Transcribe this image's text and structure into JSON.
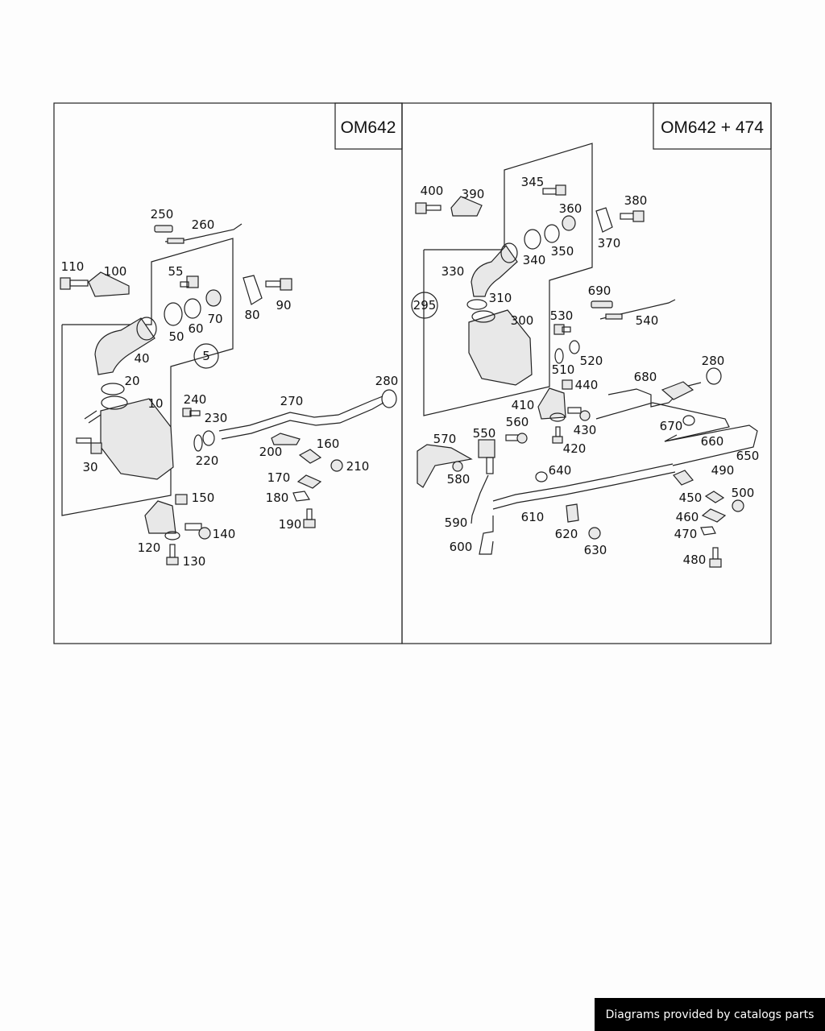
{
  "panels": [
    {
      "title": "OM642"
    },
    {
      "title": "OM642 + 474"
    }
  ],
  "callouts": [
    "5",
    "295"
  ],
  "left_labels": [
    "250",
    "260",
    "110",
    "100",
    "55",
    "80",
    "90",
    "70",
    "60",
    "50",
    "40",
    "20",
    "10",
    "30",
    "240",
    "230",
    "220",
    "270",
    "280",
    "200",
    "160",
    "210",
    "170",
    "180",
    "190",
    "150",
    "140",
    "120",
    "130"
  ],
  "right_labels": [
    "400",
    "390",
    "345",
    "360",
    "380",
    "370",
    "340",
    "350",
    "330",
    "310",
    "300",
    "690",
    "540",
    "530",
    "520",
    "510",
    "440",
    "410",
    "430",
    "420",
    "680",
    "280",
    "670",
    "660",
    "650",
    "490",
    "500",
    "450",
    "460",
    "470",
    "480",
    "570",
    "550",
    "560",
    "580",
    "590",
    "600",
    "610",
    "640",
    "620",
    "630"
  ],
  "footer": {
    "text": "Diagrams provided by catalogs parts"
  }
}
